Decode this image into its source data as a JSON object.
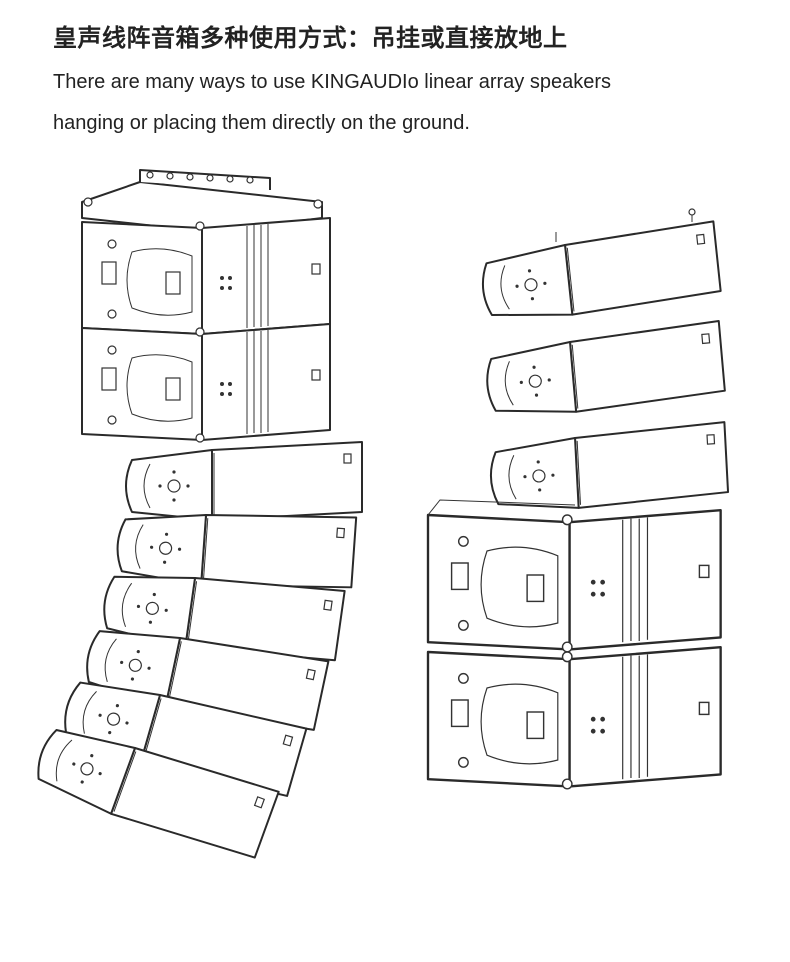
{
  "header": {
    "title_cn": "皇声线阵音箱多种使用方式：吊挂或直接放地上",
    "desc_line1": "There are many ways to use KINGAUDIo linear array speakers",
    "desc_line2": "hanging or placing them directly on the ground."
  },
  "figure": {
    "left_array": {
      "large_cabinets": 2,
      "small_cabinets": 6,
      "mode": "hanging"
    },
    "right_stack": {
      "large_cabinets": 2,
      "small_cabinets": 3,
      "mode": "ground-stacked"
    }
  }
}
